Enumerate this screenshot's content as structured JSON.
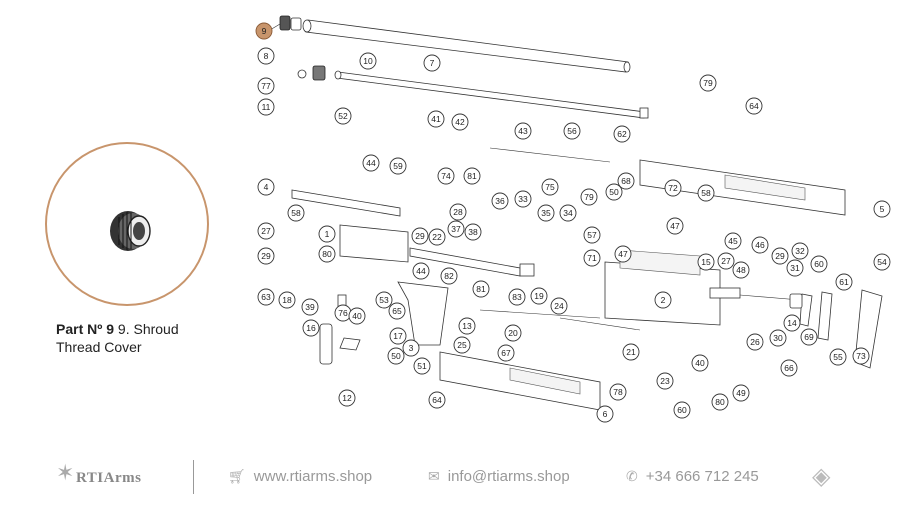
{
  "part_detail": {
    "number_label": "Part Nº 9",
    "name": "9. Shroud",
    "name_line2": "Thread Cover",
    "highlight_color": "#c8956c"
  },
  "callouts": [
    {
      "id": "c9",
      "label": "9",
      "highlighted": true
    },
    {
      "id": "c8",
      "label": "8"
    },
    {
      "id": "c7",
      "label": "7"
    },
    {
      "id": "c10",
      "label": "10"
    },
    {
      "id": "c77",
      "label": "77"
    },
    {
      "id": "c11",
      "label": "11"
    },
    {
      "id": "c79a",
      "label": "79"
    },
    {
      "id": "c64a",
      "label": "64"
    },
    {
      "id": "c52",
      "label": "52"
    },
    {
      "id": "c41",
      "label": "41"
    },
    {
      "id": "c42",
      "label": "42"
    },
    {
      "id": "c43",
      "label": "43"
    },
    {
      "id": "c56",
      "label": "56"
    },
    {
      "id": "c62",
      "label": "62"
    },
    {
      "id": "c44a",
      "label": "44"
    },
    {
      "id": "c59",
      "label": "59"
    },
    {
      "id": "c74",
      "label": "74"
    },
    {
      "id": "c81a",
      "label": "81"
    },
    {
      "id": "c36",
      "label": "36"
    },
    {
      "id": "c33",
      "label": "33"
    },
    {
      "id": "c75",
      "label": "75"
    },
    {
      "id": "c35",
      "label": "35"
    },
    {
      "id": "c34",
      "label": "34"
    },
    {
      "id": "c79b",
      "label": "79"
    },
    {
      "id": "c68",
      "label": "68"
    },
    {
      "id": "c50a",
      "label": "50"
    },
    {
      "id": "c72",
      "label": "72"
    },
    {
      "id": "c58a",
      "label": "58"
    },
    {
      "id": "c47a",
      "label": "47"
    },
    {
      "id": "c5",
      "label": "5"
    },
    {
      "id": "c4",
      "label": "4"
    },
    {
      "id": "c58b",
      "label": "58"
    },
    {
      "id": "c28",
      "label": "28"
    },
    {
      "id": "c27a",
      "label": "27"
    },
    {
      "id": "c1",
      "label": "1"
    },
    {
      "id": "c29a",
      "label": "29"
    },
    {
      "id": "c22",
      "label": "22"
    },
    {
      "id": "c37",
      "label": "37"
    },
    {
      "id": "c38",
      "label": "38"
    },
    {
      "id": "c57",
      "label": "57"
    },
    {
      "id": "c45",
      "label": "45"
    },
    {
      "id": "c46",
      "label": "46"
    },
    {
      "id": "c29b",
      "label": "29"
    },
    {
      "id": "c80a",
      "label": "80"
    },
    {
      "id": "c82",
      "label": "82"
    },
    {
      "id": "c71",
      "label": "71"
    },
    {
      "id": "c47b",
      "label": "47"
    },
    {
      "id": "c15",
      "label": "15"
    },
    {
      "id": "c27b",
      "label": "27"
    },
    {
      "id": "c48",
      "label": "48"
    },
    {
      "id": "c29c",
      "label": "29"
    },
    {
      "id": "c32",
      "label": "32"
    },
    {
      "id": "c31",
      "label": "31"
    },
    {
      "id": "c60a",
      "label": "60"
    },
    {
      "id": "c54",
      "label": "54"
    },
    {
      "id": "c61",
      "label": "61"
    },
    {
      "id": "c63",
      "label": "63"
    },
    {
      "id": "c18",
      "label": "18"
    },
    {
      "id": "c44b",
      "label": "44"
    },
    {
      "id": "c81b",
      "label": "81"
    },
    {
      "id": "c83",
      "label": "83"
    },
    {
      "id": "c19",
      "label": "19"
    },
    {
      "id": "c24",
      "label": "24"
    },
    {
      "id": "c2",
      "label": "2"
    },
    {
      "id": "c39",
      "label": "39"
    },
    {
      "id": "c76",
      "label": "76"
    },
    {
      "id": "c40a",
      "label": "40"
    },
    {
      "id": "c53",
      "label": "53"
    },
    {
      "id": "c65",
      "label": "65"
    },
    {
      "id": "c16",
      "label": "16"
    },
    {
      "id": "c17",
      "label": "17"
    },
    {
      "id": "c3",
      "label": "3"
    },
    {
      "id": "c13",
      "label": "13"
    },
    {
      "id": "c20",
      "label": "20"
    },
    {
      "id": "c26",
      "label": "26"
    },
    {
      "id": "c30",
      "label": "30"
    },
    {
      "id": "c14",
      "label": "14"
    },
    {
      "id": "c69",
      "label": "69"
    },
    {
      "id": "c55",
      "label": "55"
    },
    {
      "id": "c73",
      "label": "73"
    },
    {
      "id": "c50b",
      "label": "50"
    },
    {
      "id": "c51",
      "label": "51"
    },
    {
      "id": "c25",
      "label": "25"
    },
    {
      "id": "c21",
      "label": "21"
    },
    {
      "id": "c40b",
      "label": "40"
    },
    {
      "id": "c66",
      "label": "66"
    },
    {
      "id": "c67",
      "label": "67"
    },
    {
      "id": "c12",
      "label": "12"
    },
    {
      "id": "c78",
      "label": "78"
    },
    {
      "id": "c23",
      "label": "23"
    },
    {
      "id": "c80b",
      "label": "80"
    },
    {
      "id": "c49",
      "label": "49"
    },
    {
      "id": "c64b",
      "label": "64"
    },
    {
      "id": "c6",
      "label": "6"
    },
    {
      "id": "c60b",
      "label": "60"
    }
  ],
  "footer": {
    "brand": "RTIArms",
    "website": "www.rtiarms.shop",
    "email": "info@rtiarms.shop",
    "phone": "+34 666 712 245",
    "icons": [
      "cart-icon",
      "envelope-icon",
      "whatsapp-icon",
      "fox-logo-icon"
    ]
  }
}
